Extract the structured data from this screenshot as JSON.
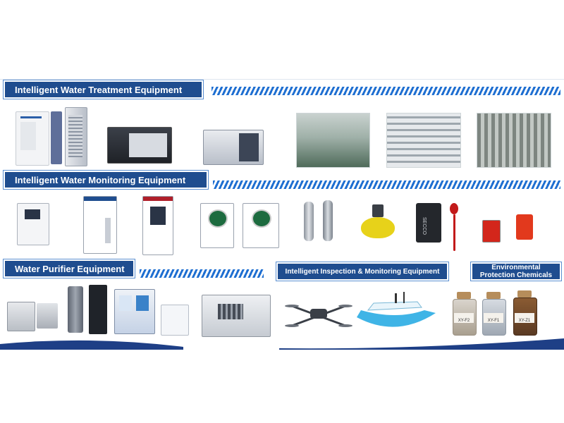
{
  "sections": {
    "treatment": {
      "title": "Intelligent Water Treatment Equipment"
    },
    "monitoring": {
      "title": "Intelligent Water Monitoring Equipment"
    },
    "purifier": {
      "title": "Water Purifier Equipment"
    },
    "inspection": {
      "title": "Intelligent Inspection & Monitoring Equipment"
    },
    "chemicals": {
      "title_line1": "Environmental",
      "title_line2": "Protection Chemicals"
    }
  },
  "products": {
    "buoy_brand": "SECCO",
    "jar_labels": [
      "XY-F2",
      "XY-F1",
      "XY-Z1"
    ]
  },
  "colors": {
    "banner": "#1f4d8f",
    "accent": "#1f6fd1",
    "wave": "#1e3f86"
  }
}
